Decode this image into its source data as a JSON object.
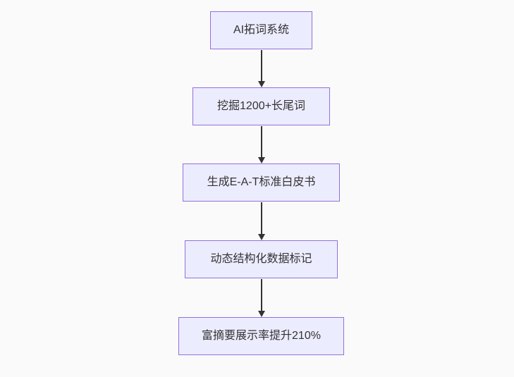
{
  "diagram": {
    "type": "flowchart",
    "direction": "top-down",
    "nodes": [
      {
        "id": "A",
        "label": "AI拓词系统"
      },
      {
        "id": "B",
        "label": "挖掘1200+长尾词"
      },
      {
        "id": "C",
        "label": "生成E-A-T标准白皮书"
      },
      {
        "id": "D",
        "label": "动态结构化数据标记"
      },
      {
        "id": "E",
        "label": "富摘要展示率提升210%"
      }
    ],
    "edges": [
      {
        "from": "A",
        "to": "B",
        "arrow": "down"
      },
      {
        "from": "B",
        "to": "C",
        "arrow": "down"
      },
      {
        "from": "C",
        "to": "D",
        "arrow": "down"
      },
      {
        "from": "D",
        "to": "E",
        "arrow": "down"
      }
    ]
  },
  "theme": {
    "node_fill": "#ECECFF",
    "node_border": "#9370DB",
    "edge_color": "#333333",
    "text_color": "#333333",
    "background": "#fafafa"
  }
}
